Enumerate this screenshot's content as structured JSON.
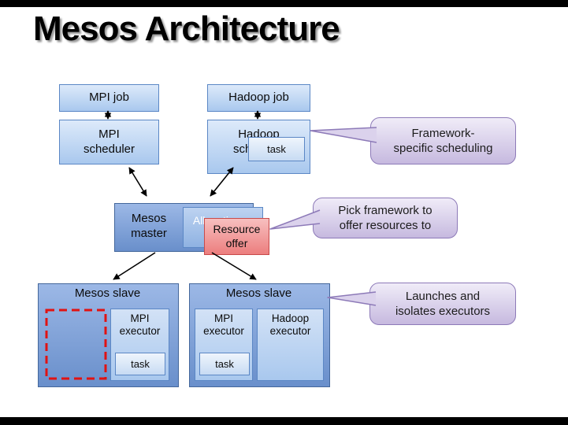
{
  "title": "Mesos Architecture",
  "nodes": {
    "mpi_job": "MPI job",
    "hadoop_job": "Hadoop job",
    "mpi_scheduler": "MPI\nscheduler",
    "hadoop_scheduler": "Hadoop\nscheduler",
    "scheduler_task": "task",
    "mesos_master": "Mesos\nmaster",
    "allocation_module": "Allocation module",
    "resource_offer": "Resource\noffer",
    "slave1": {
      "title": "Mesos slave",
      "mpi_executor": "MPI\nexecutor",
      "task": "task"
    },
    "slave2": {
      "title": "Mesos slave",
      "mpi_executor": "MPI\nexecutor",
      "task": "task",
      "hadoop_executor": "Hadoop\nexecutor"
    }
  },
  "callouts": {
    "framework_scheduling": "Framework-\nspecific scheduling",
    "pick_framework": "Pick framework to\noffer resources to",
    "launch_isolate": "Launches and\nisolates executors"
  },
  "colors": {
    "node_border": "#5b87c5",
    "node_fill_top": "#ddeafa",
    "node_fill_bottom": "#a9c8ee",
    "dark_fill_top": "#9cb8e6",
    "dark_fill_bottom": "#698fcb",
    "offer_fill": "#ec7e7e",
    "offer_border": "#c84a4a",
    "callout_fill_top": "#f0ecf8",
    "callout_fill_bottom": "#c6b9df",
    "callout_border": "#8d7ab8",
    "dashed_red": "#e11212",
    "arrow": "#000000"
  }
}
